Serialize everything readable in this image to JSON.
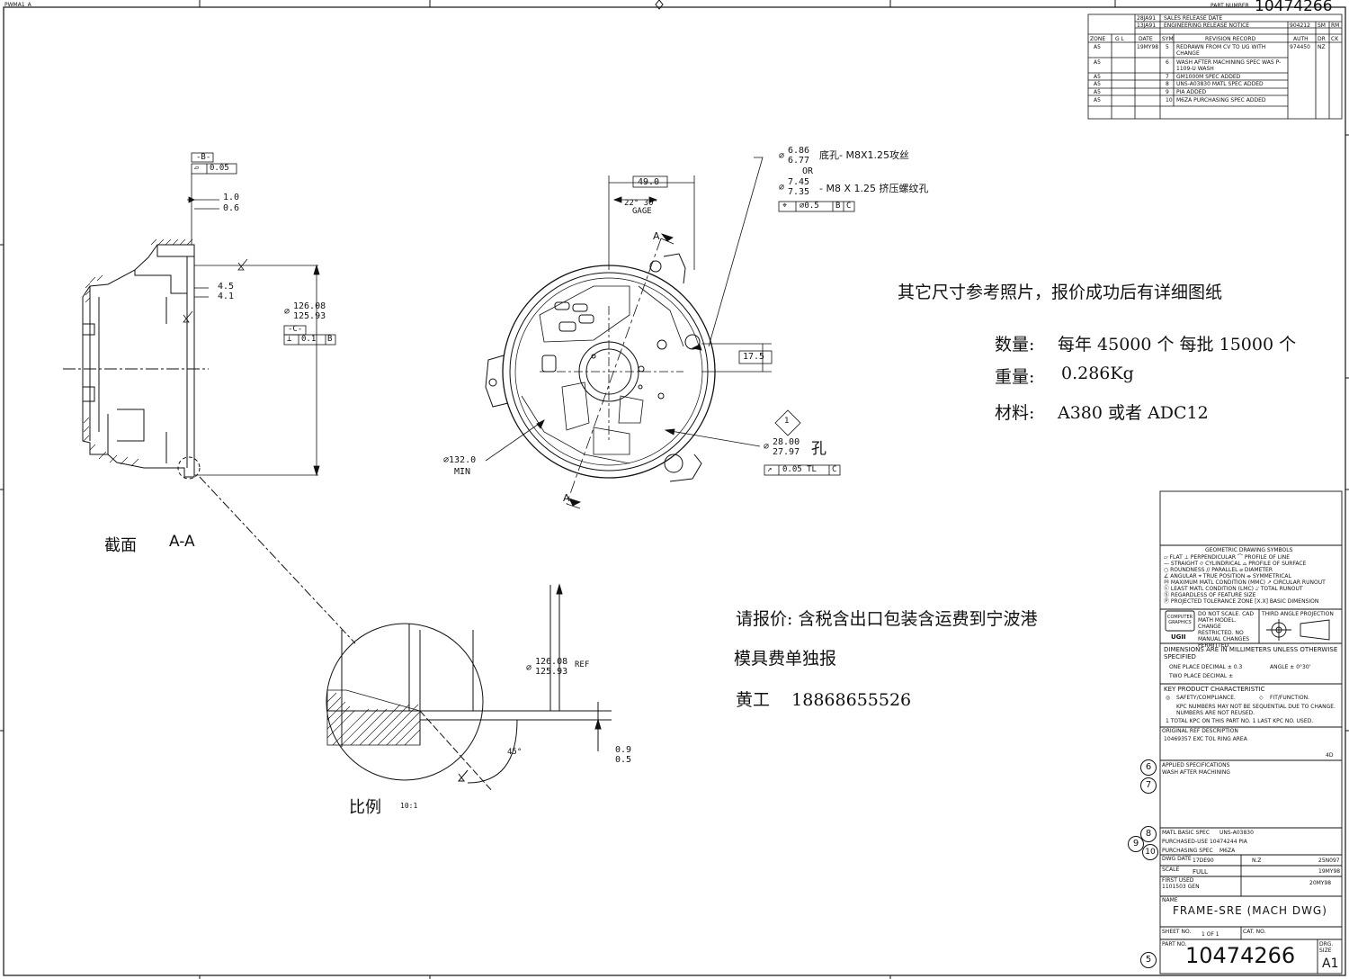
{
  "header": {
    "sheet_code": "PWMA1_A",
    "part_number_label": "PART NUMBER",
    "part_number": "10474266"
  },
  "revisions": {
    "release_rows": [
      {
        "date": "28JA91",
        "text": "SALES RELEASE DATE"
      },
      {
        "date": "13JA91",
        "text": "ENGINEERING RELEASE NOTICE",
        "auth": "904212",
        "dr": "SM",
        "ck": "RM"
      }
    ],
    "col_headers": [
      "ZONE",
      "G L",
      "DATE",
      "SYM",
      "REVISION RECORD",
      "AUTH",
      "DR",
      "CK"
    ],
    "rows": [
      {
        "zone": "A5",
        "date": "19MY98",
        "sym": "5",
        "text": "REDRAWN FROM CV TO UG WITH CHANGE",
        "auth": "974450",
        "dr": "NZ"
      },
      {
        "zone": "A5",
        "sym": "6",
        "text": "WASH AFTER MACHINING SPEC WAS P-1109-U WASH"
      },
      {
        "zone": "A5",
        "sym": "7",
        "text": "GM1000M SPEC ADDED"
      },
      {
        "zone": "A5",
        "sym": "8",
        "text": "UNS-A03830 MATL SPEC ADDED"
      },
      {
        "zone": "A5",
        "sym": "9",
        "text": "PIA ADDED"
      },
      {
        "zone": "A5",
        "sym": "10",
        "text": "M6ZA PURCHASING SPEC ADDED"
      }
    ]
  },
  "section_view": {
    "datum_b": "-B-",
    "flatness": "0.05",
    "dim_top": [
      "1.0",
      "0.6"
    ],
    "dim_mid": [
      "4.5",
      "4.1"
    ],
    "dia": [
      "126.08",
      "125.93"
    ],
    "datum_c": "-C-",
    "perp": "0.1",
    "perp_ref": "B",
    "label": "截面",
    "label_id": "A-A"
  },
  "front_view": {
    "w49": "49.0",
    "gage": "22° 30'",
    "gage_label": "GAGE",
    "hole_dia_1": [
      "6.86",
      "6.77"
    ],
    "or": "OR",
    "hole_dia_2": [
      "7.45",
      "7.35"
    ],
    "hole_note_1": "底孔- M8X1.25攻丝",
    "hole_note_2": "- M8 X 1.25 挤压螺纹孔",
    "position_tol": "⌀0.5",
    "position_refs": [
      "B",
      "C"
    ],
    "dim_17_5": "17.5",
    "dia_132": "⌀132.0",
    "min": "MIN",
    "bore_dia": [
      "28.00",
      "27.97"
    ],
    "bore_note": "孔",
    "runout": "0.05 TL",
    "runout_ref": "C",
    "kpc": "1",
    "section_mark": "A"
  },
  "detail_view": {
    "dia": [
      "126.08",
      "125.93"
    ],
    "ref": "REF",
    "angle": "45°",
    "dim": [
      "0.9",
      "0.5"
    ],
    "label": "比例",
    "scale": "10:1"
  },
  "notes": {
    "line1": "其它尺寸参考照片，报价成功后有详细图纸",
    "qty_label": "数量:",
    "qty_value": "每年 45000 个  每批 15000 个",
    "weight_label": "重量:",
    "weight_value": "0.286Kg",
    "material_label": "材料:",
    "material_value": "A380 或者 ADC12",
    "quote_1": "请报价: 含税含出口包装含运费到宁波港",
    "quote_2": "模具费单独报",
    "contact": "黄工    18868655526"
  },
  "title_block": {
    "symbols_title": "GEOMETRIC DRAWING SYMBOLS",
    "symbols": [
      "▱ FLAT    ⊥ PERPENDICULAR ⌒ PROFILE OF LINE",
      "— STRAIGHT  ⌭ CYLINDRICAL  ⌓ PROFILE OF SURFACE",
      "○ ROUNDNESS  // PARALLEL   ⌀ DIAMETER",
      "∠ ANGULAR   ⌖ TRUE POSITION ⌯ SYMMETRICAL",
      "Ⓜ MAXIMUM MATL CONDITION (MMC) ↗ CIRCULAR RUNOUT",
      "Ⓛ LEAST MATL CONDITION (LMC)  ⌰ TOTAL RUNOUT",
      "Ⓢ REGARDLESS OF FEATURE SIZE",
      "Ⓟ PROJECTED TOLERANCE ZONE    [X.X] BASIC DIMENSION"
    ],
    "cg_badge": "COMPUTER GRAPHICS",
    "ug": "UGII",
    "scale_note": "DO NOT SCALE. CAD MATH MODEL. CHANGE RESTRICTED. NO MANUAL CHANGES PERMITTED.",
    "projection": "THIRD ANGLE PROJECTION",
    "dims_note": "DIMENSIONS ARE IN MILLIMETERS UNLESS OTHERWISE SPECIFIED",
    "one_place": "ONE PLACE DECIMAL ± 0.3",
    "angle_tol": "ANGLE ± 0°30'",
    "two_place": "TWO PLACE DECIMAL ±",
    "kpc_title": "KEY PRODUCT CHARACTERISTIC",
    "kpc_safety": "SAFETY/COMPLIANCE.",
    "kpc_fit": "FIT/FUNCTION.",
    "kpc_note": "KPC NUMBERS MAY NOT BE SEQUENTIAL DUE TO CHANGE. NUMBERS ARE NOT REUSED.",
    "kpc_total": "1  TOTAL KPC ON THIS PART NO.    1  LAST KPC NO. USED.",
    "orig_ref_label": "ORIGINAL REF DESCRIPTION",
    "orig_ref": "10469357 EXC TOL RING AREA",
    "orig_ref_code": "4D",
    "applied_label": "APPLIED SPECIFICATIONS",
    "applied": "WASH AFTER MACHINING",
    "matl_label": "MATL BASIC SPEC",
    "matl": "UNS-A03830",
    "purchased": "PURCHASED-USE 10474244 PIA",
    "purch_spec_label": "PURCHASING SPEC",
    "purch_spec": "M6ZA",
    "dwg_date_label": "DWG DATE",
    "dwg_date": "17DE90",
    "dr_by": "N.Z",
    "dr_date": "25N097",
    "scale_label": "SCALE",
    "scale": "FULL",
    "ck_date": "19MY98",
    "first_used_label": "FIRST USED",
    "first_used": "1101503 GEN",
    "appr_date": "20MY98",
    "name_label": "NAME",
    "name": "FRAME-SRE (MACH DWG)",
    "sheet_label": "SHEET NO.",
    "sheet": "1 OF 1",
    "cat_label": "CAT. NO.",
    "part_label": "PART NO.",
    "part_no": "10474266",
    "size_label": "DRG. SIZE",
    "size": "A1",
    "circle_5": "5",
    "circle_6": "6",
    "circle_7": "7",
    "circle_8": "8",
    "circle_9": "9",
    "circle_10": "10"
  }
}
